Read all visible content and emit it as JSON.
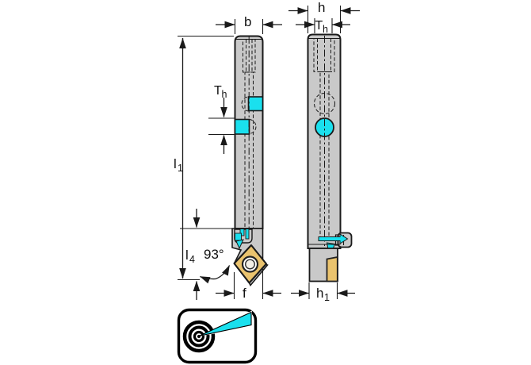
{
  "drawing": {
    "dimension_labels": {
      "b": "b",
      "h": "h",
      "th_base": "T",
      "th_sub": "h",
      "l1_base": "l",
      "l1_sub": "1",
      "l4_base": "l",
      "l4_sub": "4",
      "angle": "93°",
      "f": "f",
      "h1_base": "h",
      "h1_sub": "1"
    },
    "colors": {
      "coolant_cyan": "#1ae0ee",
      "body_gray": "#c9c9c9",
      "insert_gold": "#eac36e",
      "line_black": "#1a1a1a"
    },
    "icons": {
      "bottom_left": "precision-coolant-target-icon"
    }
  }
}
